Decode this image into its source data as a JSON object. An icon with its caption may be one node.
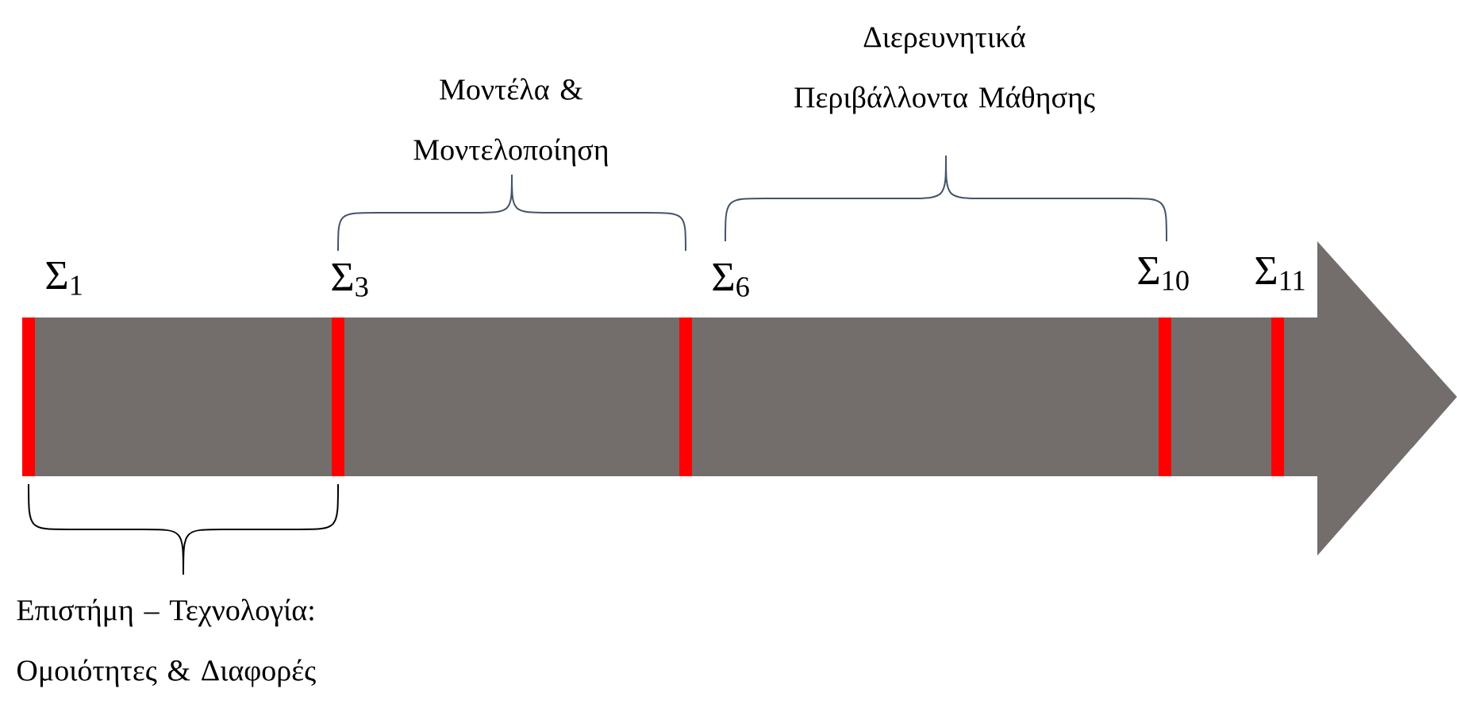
{
  "diagram": {
    "labels": [
      "Διερευνητικά Περιβάλλοντα Μάθησης",
      "Μοντέλα & Μοντελοποίηση",
      "Σ$_{1}$",
      "Σ$_{3}$",
      "Σ$_{6}$",
      "Σ$_{10}$",
      "Σ$_{11}$",
      "Επιστήμη – Τεχνολογία: Ομοιότητες & Διαφορές"
    ]
  }
}
